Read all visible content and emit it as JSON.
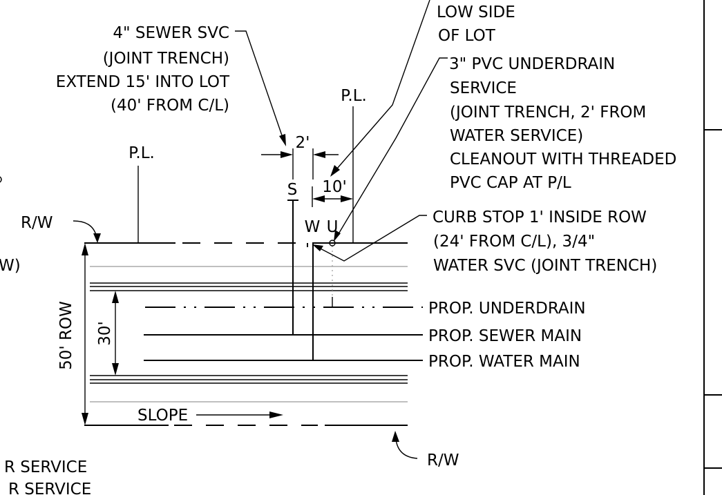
{
  "labels": {
    "sewer_svc_1": "4\" SEWER SVC",
    "sewer_svc_2": "(JOINT TRENCH)",
    "sewer_svc_3": "EXTEND 15' INTO LOT",
    "sewer_svc_4": "(40' FROM C/L)",
    "low_side_1": "LOW SIDE",
    "low_side_2": "OF LOT",
    "underdrain_1": "3\" PVC UNDERDRAIN",
    "underdrain_2": "SERVICE",
    "underdrain_3": "(JOINT TRENCH, 2' FROM",
    "underdrain_4": "WATER SERVICE)",
    "underdrain_5": "CLEANOUT WITH THREADED",
    "underdrain_6": "PVC CAP AT P/L",
    "curb_stop_1": "CURB STOP 1' INSIDE ROW",
    "curb_stop_2": "(24' FROM C/L), 3/4\"",
    "curb_stop_3": "WATER SVC (JOINT TRENCH)",
    "pl_left": "P.L.",
    "pl_right": "P.L.",
    "rw_top": "R/W",
    "rw_bottom": "R/W",
    "dim_2ft": "2'",
    "dim_10ft": "10'",
    "dim_30ft": "30'",
    "row_50": "50' ROW",
    "marker_s": "S",
    "marker_w": "W",
    "marker_u": "U",
    "prop_underdrain": "PROP. UNDERDRAIN",
    "prop_sewer": "PROP. SEWER MAIN",
    "prop_water": "PROP. WATER MAIN",
    "slope": "SLOPE",
    "left_cut_1": "W)",
    "left_cut_2": "R SERVICE",
    "left_cut_3": "R SERVICE"
  }
}
